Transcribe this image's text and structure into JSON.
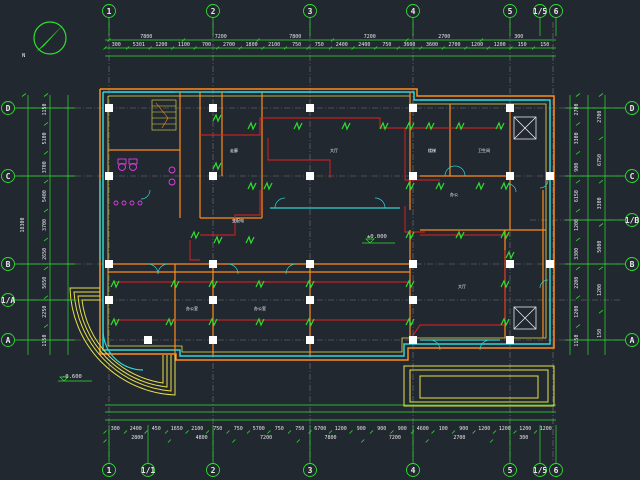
{
  "north_label": "N",
  "col_axes": [
    "1",
    "1/1",
    "2",
    "3",
    "4",
    "5",
    "1/5",
    "6"
  ],
  "row_axes_left": [
    "D",
    "C",
    "B",
    "1/A",
    "A"
  ],
  "row_axes_right": [
    "D",
    "C",
    "1/B",
    "B",
    "A"
  ],
  "top_dims_outer": [
    "7800",
    "7200",
    "7800",
    "7200",
    "2700",
    "300"
  ],
  "top_dims_inner": [
    "300",
    "5301",
    "1200",
    "1100",
    "700",
    "2700",
    "1800",
    "2100",
    "750",
    "750",
    "2400",
    "2400",
    "750",
    "3600",
    "3600",
    "2700",
    "1200",
    "1200",
    "150",
    "150"
  ],
  "bottom_dims_inner": [
    "300",
    "2400",
    "450",
    "1650",
    "2100",
    "750",
    "750",
    "5700",
    "750",
    "750",
    "6700",
    "1200",
    "900",
    "900",
    "900",
    "4600",
    "100",
    "900",
    "1200",
    "1200",
    "1200",
    "1200"
  ],
  "bottom_dims_outer": [
    "2800",
    "4800",
    "7200",
    "7800",
    "7200",
    "2700",
    "300"
  ],
  "left_dims_outer": [
    "18300"
  ],
  "left_dims_inner": [
    "1150",
    "5100",
    "3700",
    "5400",
    "3700",
    "2650",
    "5650",
    "2250",
    "1150"
  ],
  "right_dims_inner": [
    "2700",
    "3300",
    "900",
    "6150",
    "1200",
    "3300",
    "2200",
    "1200",
    "1150"
  ],
  "right_dims_outer": [
    "2700",
    "6750",
    "3300",
    "5000",
    "1200",
    "150"
  ],
  "level_marks": [
    "±0.000",
    "-0.600"
  ],
  "room_labels": [
    "走廊",
    "大厅",
    "楼梯",
    "卫生间",
    "办公",
    "变配电",
    "办公室",
    "办公室",
    "大厅"
  ]
}
